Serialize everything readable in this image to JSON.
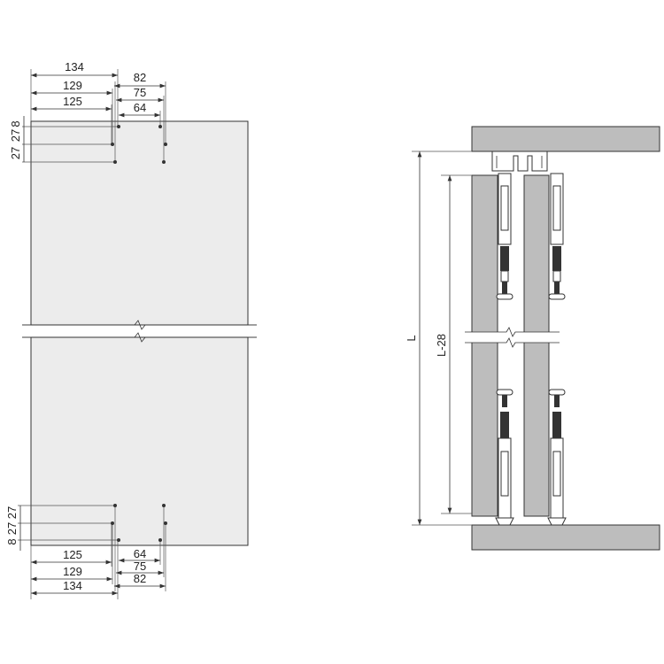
{
  "left_drawing": {
    "top_horizontal_dims": [
      "134",
      "129",
      "125",
      "82",
      "75",
      "64"
    ],
    "top_vertical_dims": [
      "8",
      "27",
      "27"
    ],
    "bottom_horizontal_dims": [
      "125",
      "129",
      "134",
      "64",
      "75",
      "82"
    ],
    "bottom_vertical_dims": [
      "8",
      "27",
      "27"
    ]
  },
  "right_drawing": {
    "overall_height_label": "L",
    "door_height_label": "L-28"
  }
}
